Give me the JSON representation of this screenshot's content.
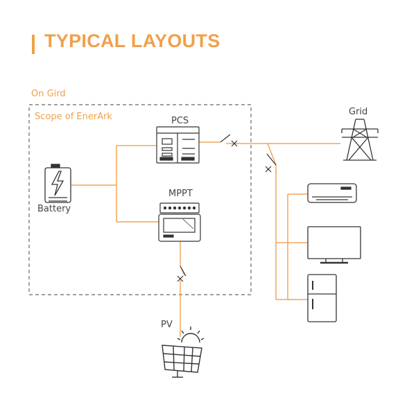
{
  "header": {
    "title": "TYPICAL LAYOUTS"
  },
  "labels": {
    "on_grid": "On Gird",
    "scope": "Scope of EnerArk",
    "pcs": "PCS",
    "mppt": "MPPT",
    "battery": "Battery",
    "grid": "Grid",
    "pv": "PV"
  },
  "icons": {
    "battery": "battery-icon",
    "pcs": "pcs-inverter-icon",
    "mppt": "mppt-controller-icon",
    "grid": "transmission-tower-icon",
    "pv": "solar-panel-icon",
    "ac": "air-conditioner-icon",
    "tv": "television-icon",
    "fridge": "refrigerator-icon"
  },
  "colors": {
    "accent": "#F0A04B",
    "line": "#F2A65A",
    "icon": "#333333",
    "box": "#666666"
  }
}
